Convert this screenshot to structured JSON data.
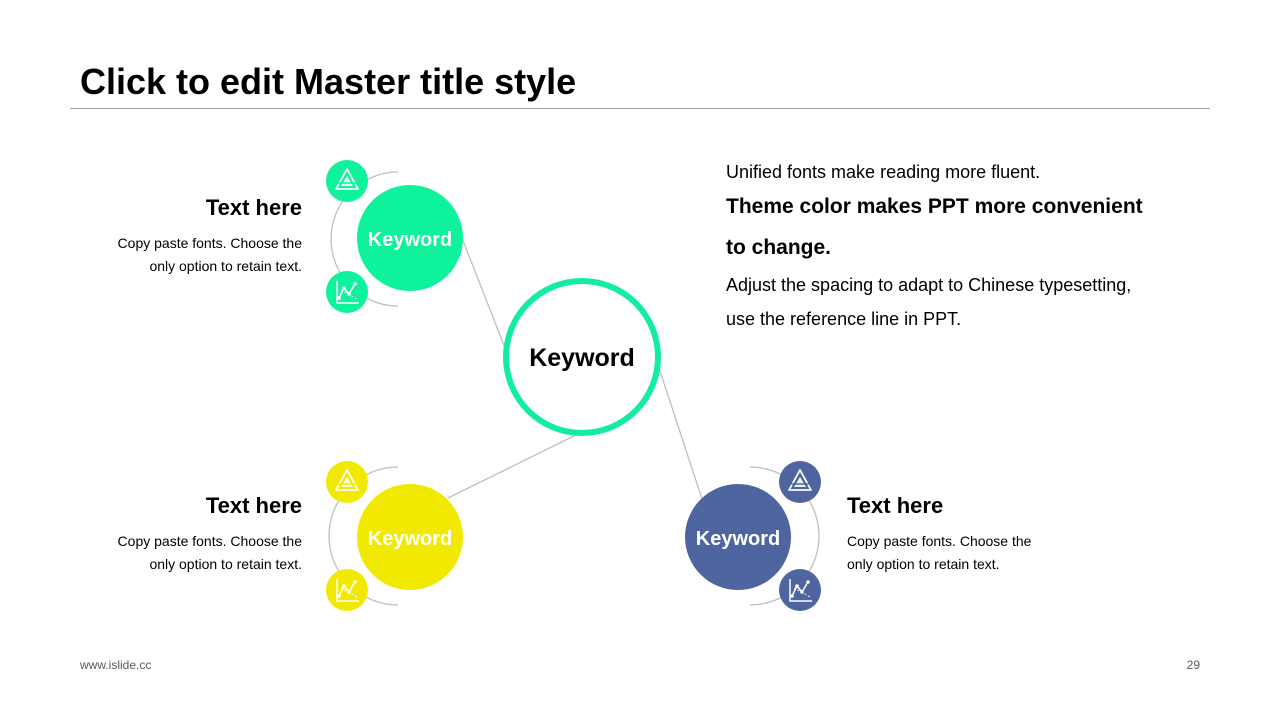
{
  "slide": {
    "title": "Click to edit Master title style",
    "footer_url": "www.islide.cc",
    "page_number": "29"
  },
  "colors": {
    "green": "#0ff29c",
    "green_ring": "#13eda0",
    "yellow": "#f1ea00",
    "blue": "#4f65a0",
    "connector": "#bfbfbf",
    "arc": "#bfbfbf",
    "rule": "#a6a6a6"
  },
  "diagram": {
    "center_label": "Keyword",
    "nodes": [
      {
        "id": "green",
        "label": "Keyword",
        "icons": [
          "triangle-icon",
          "chart-icon"
        ],
        "heading": "Text here",
        "body_line1": "Copy paste fonts. Choose the",
        "body_line2": "only option to retain text."
      },
      {
        "id": "yellow",
        "label": "Keyword",
        "icons": [
          "triangle-icon",
          "chart-icon"
        ],
        "heading": "Text here",
        "body_line1": "Copy paste fonts. Choose the",
        "body_line2": "only option to retain text."
      },
      {
        "id": "blue",
        "label": "Keyword",
        "icons": [
          "triangle-icon",
          "chart-icon"
        ],
        "heading": "Text here",
        "body_line1": "Copy paste fonts. Choose the",
        "body_line2": "only option to retain text."
      }
    ]
  },
  "info": {
    "line1": "Unified fonts make reading more fluent.",
    "bold_line1": "Theme color makes PPT more convenient",
    "bold_line2": "to change.",
    "line3": "Adjust the spacing to adapt to Chinese typesetting,",
    "line4": "use the reference  line in PPT."
  }
}
